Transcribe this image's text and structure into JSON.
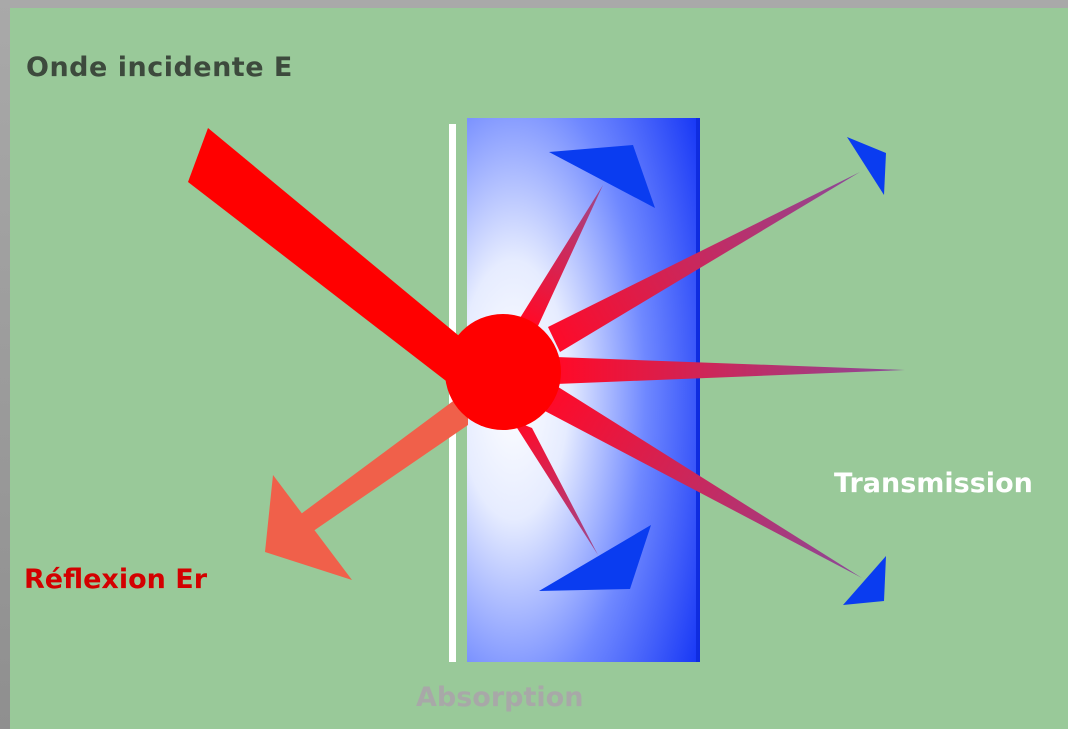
{
  "labels": {
    "incident": "Onde incidente E",
    "reflexion": "Réflexion Er",
    "transmission": "Transmission",
    "absorption": "Absorption"
  },
  "colors": {
    "background": "#99c999",
    "incident_beam": "#ff0000",
    "reflected_beam": "#f0604a",
    "slab": "#1a40ff",
    "arrowheads": "#0a3cf0",
    "surface_line": "#ffffff",
    "transmitted_rays": "#e0103a"
  }
}
